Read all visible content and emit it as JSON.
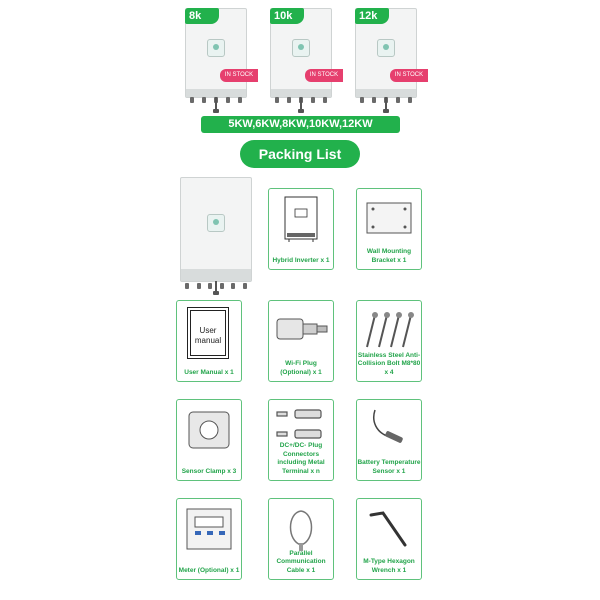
{
  "top_models": [
    {
      "kw": "8k",
      "stock": "IN STOCK"
    },
    {
      "kw": "10k",
      "stock": "IN STOCK"
    },
    {
      "kw": "12k",
      "stock": "IN STOCK"
    }
  ],
  "power_range": "5KW,6KW,8KW,10KW,12KW",
  "section_title": "Packing List",
  "items": [
    {
      "caption": "Hybrid Inverter x 1"
    },
    {
      "caption": "Wall Mounting Bracket x 1"
    },
    {
      "caption": "User Manual x 1",
      "inner_text": "User manual"
    },
    {
      "caption": "Wi-Fi Plug (Optional) x 1"
    },
    {
      "caption": "Stainless Steel Anti-Collision Bolt M8*80 x 4"
    },
    {
      "caption": "Sensor Clamp x 3"
    },
    {
      "caption": "DC+/DC- Plug Connectors including Metal Terminal x n"
    },
    {
      "caption": "Battery Temperature Sensor x 1"
    },
    {
      "caption": "Meter (Optional) x 1"
    },
    {
      "caption": "Parallel Communication Cable x 1"
    },
    {
      "caption": "M-Type Hexagon Wrench x 1"
    }
  ],
  "colors": {
    "accent": "#22b14c",
    "stock": "#e63f6e",
    "border": "#5fc27c"
  }
}
